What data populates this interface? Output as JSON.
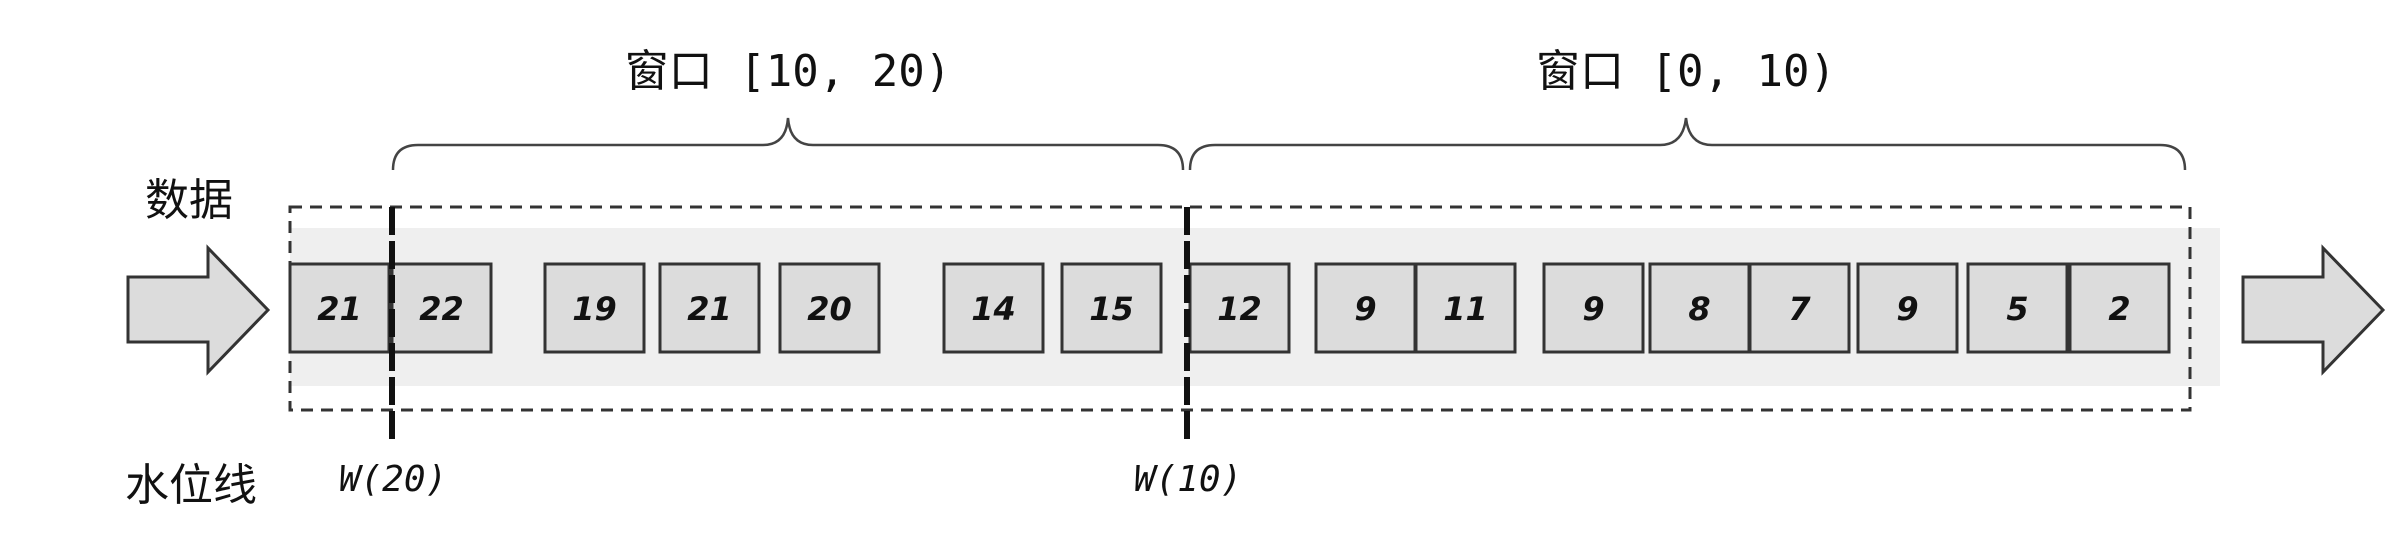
{
  "labels": {
    "data": "数据",
    "watermark": "水位线"
  },
  "windows": [
    {
      "label": "窗口 [10, 20)"
    },
    {
      "label": "窗口 [0, 10)"
    }
  ],
  "events": [
    "21",
    "22",
    "19",
    "21",
    "20",
    "14",
    "15",
    "12",
    "9",
    "11",
    "9",
    "8",
    "7",
    "9",
    "5",
    "2"
  ],
  "watermarks": [
    "W(20)",
    "W(10)"
  ],
  "colors": {
    "box_fill": "#dcdcdc",
    "stream_band": "#efefef",
    "stroke": "#333333"
  }
}
